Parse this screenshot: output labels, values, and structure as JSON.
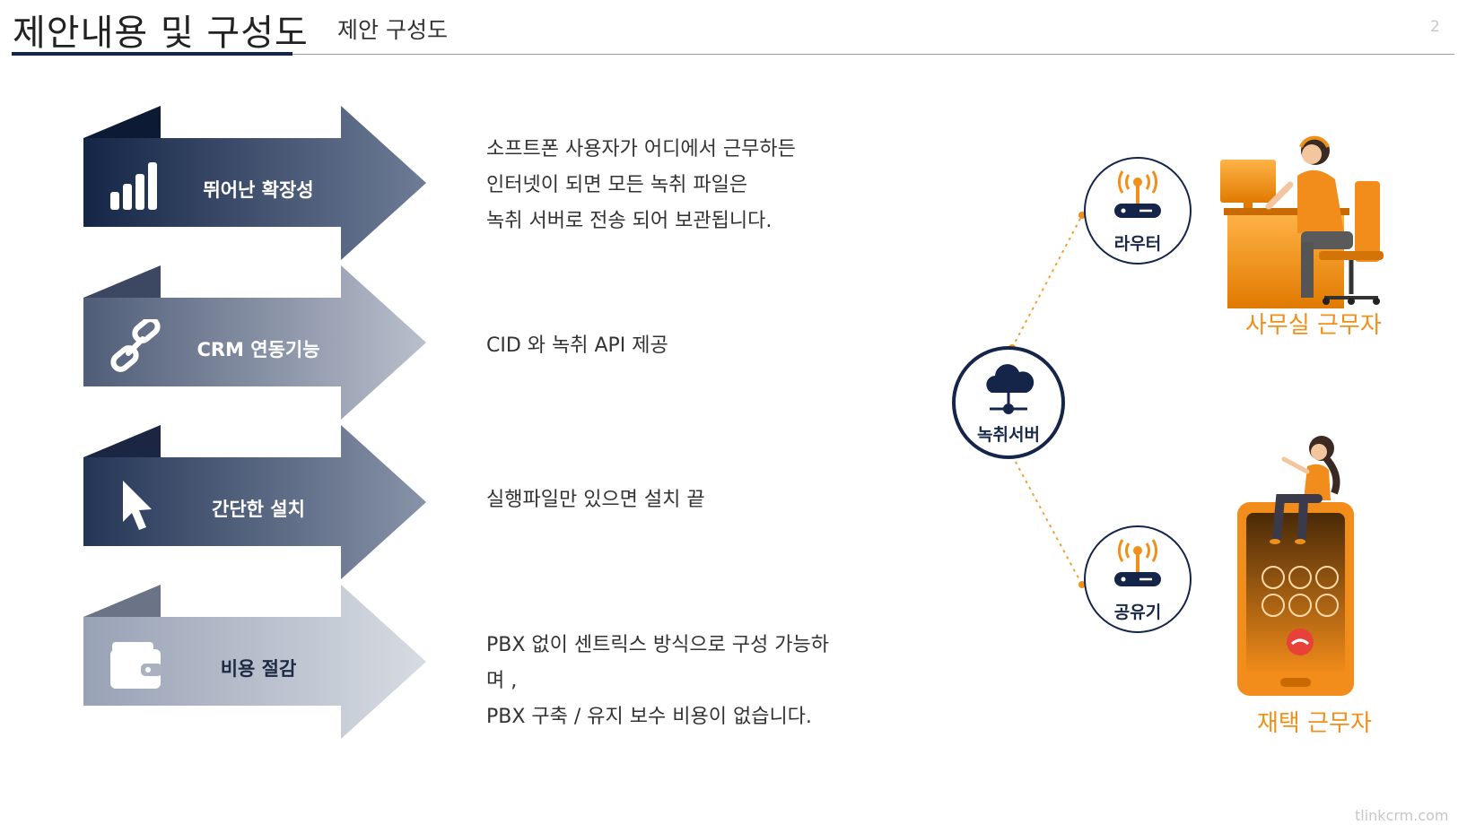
{
  "header": {
    "title": "제안내용 및 구성도",
    "subtitle": "제안 구성도",
    "page_number": "2"
  },
  "features": [
    {
      "label": "뛰어난 확장성",
      "icon": "bar-chart-icon",
      "description_lines": [
        "소프트폰 사용자가 어디에서 근무하든",
        "인터넷이 되면 모든 녹취 파일은",
        "녹취 서버로 전송 되어 보관됩니다."
      ]
    },
    {
      "label": "CRM 연동기능",
      "icon": "link-icon",
      "description_lines": [
        "CID 와 녹취 API 제공"
      ]
    },
    {
      "label": "간단한 설치",
      "icon": "cursor-icon",
      "description_lines": [
        "실행파일만 있으면 설치 끝"
      ]
    },
    {
      "label": "비용 절감",
      "icon": "wallet-icon",
      "description_lines": [
        "PBX 없이 센트릭스 방식으로 구성 가능하",
        "며 ,",
        "PBX 구축 / 유지 보수 비용이 없습니다."
      ]
    }
  ],
  "diagram": {
    "server_label": "녹취서버",
    "router_label": "라우터",
    "sharer_label": "공유기",
    "office_worker_label": "사무실 근무자",
    "home_worker_label": "재택 근무자"
  },
  "colors": {
    "navy": "#15254a",
    "orange": "#f0901a"
  },
  "footer": {
    "watermark": "tlinkcrm.com"
  }
}
